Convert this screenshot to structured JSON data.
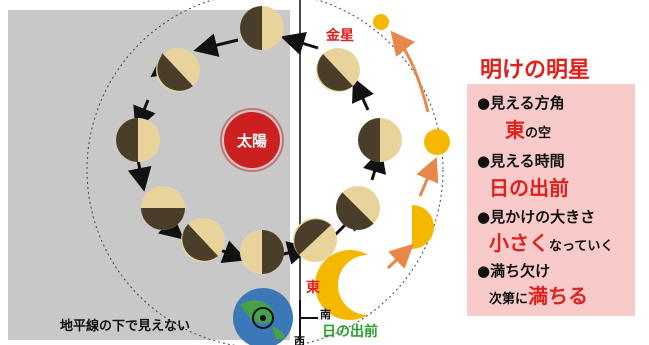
{
  "labels": {
    "venus": "金星",
    "sun": "太陽",
    "east": "東",
    "south": "南",
    "west": "西",
    "before_sunrise": "日の出前",
    "below_horizon": "地平線の下で見えない"
  },
  "panel": {
    "title": "明けの明星",
    "items": [
      {
        "bullet": "●",
        "label": "見える方角",
        "value": "東",
        "suffix": "の空"
      },
      {
        "bullet": "●",
        "label": "見える時間",
        "value": "日の出前",
        "suffix": ""
      },
      {
        "bullet": "●",
        "label": "見かけの大きさ",
        "value": "小さく",
        "suffix": "なっていく"
      },
      {
        "bullet": "●",
        "label": "満ち欠け",
        "prefix": "次第に",
        "value": "満ちる",
        "suffix": ""
      }
    ]
  },
  "colors": {
    "shade": "#c8c8c8",
    "sun": "#cc1f1f",
    "venus_lit": "#e8d49a",
    "venus_dark": "#4a3e2a",
    "phase_yellow": "#f5b800",
    "arrow_orange": "#e8874a",
    "accent_red": "#e0201c",
    "accent_green": "#2ca02c",
    "panel_bg": "#f8caca"
  }
}
